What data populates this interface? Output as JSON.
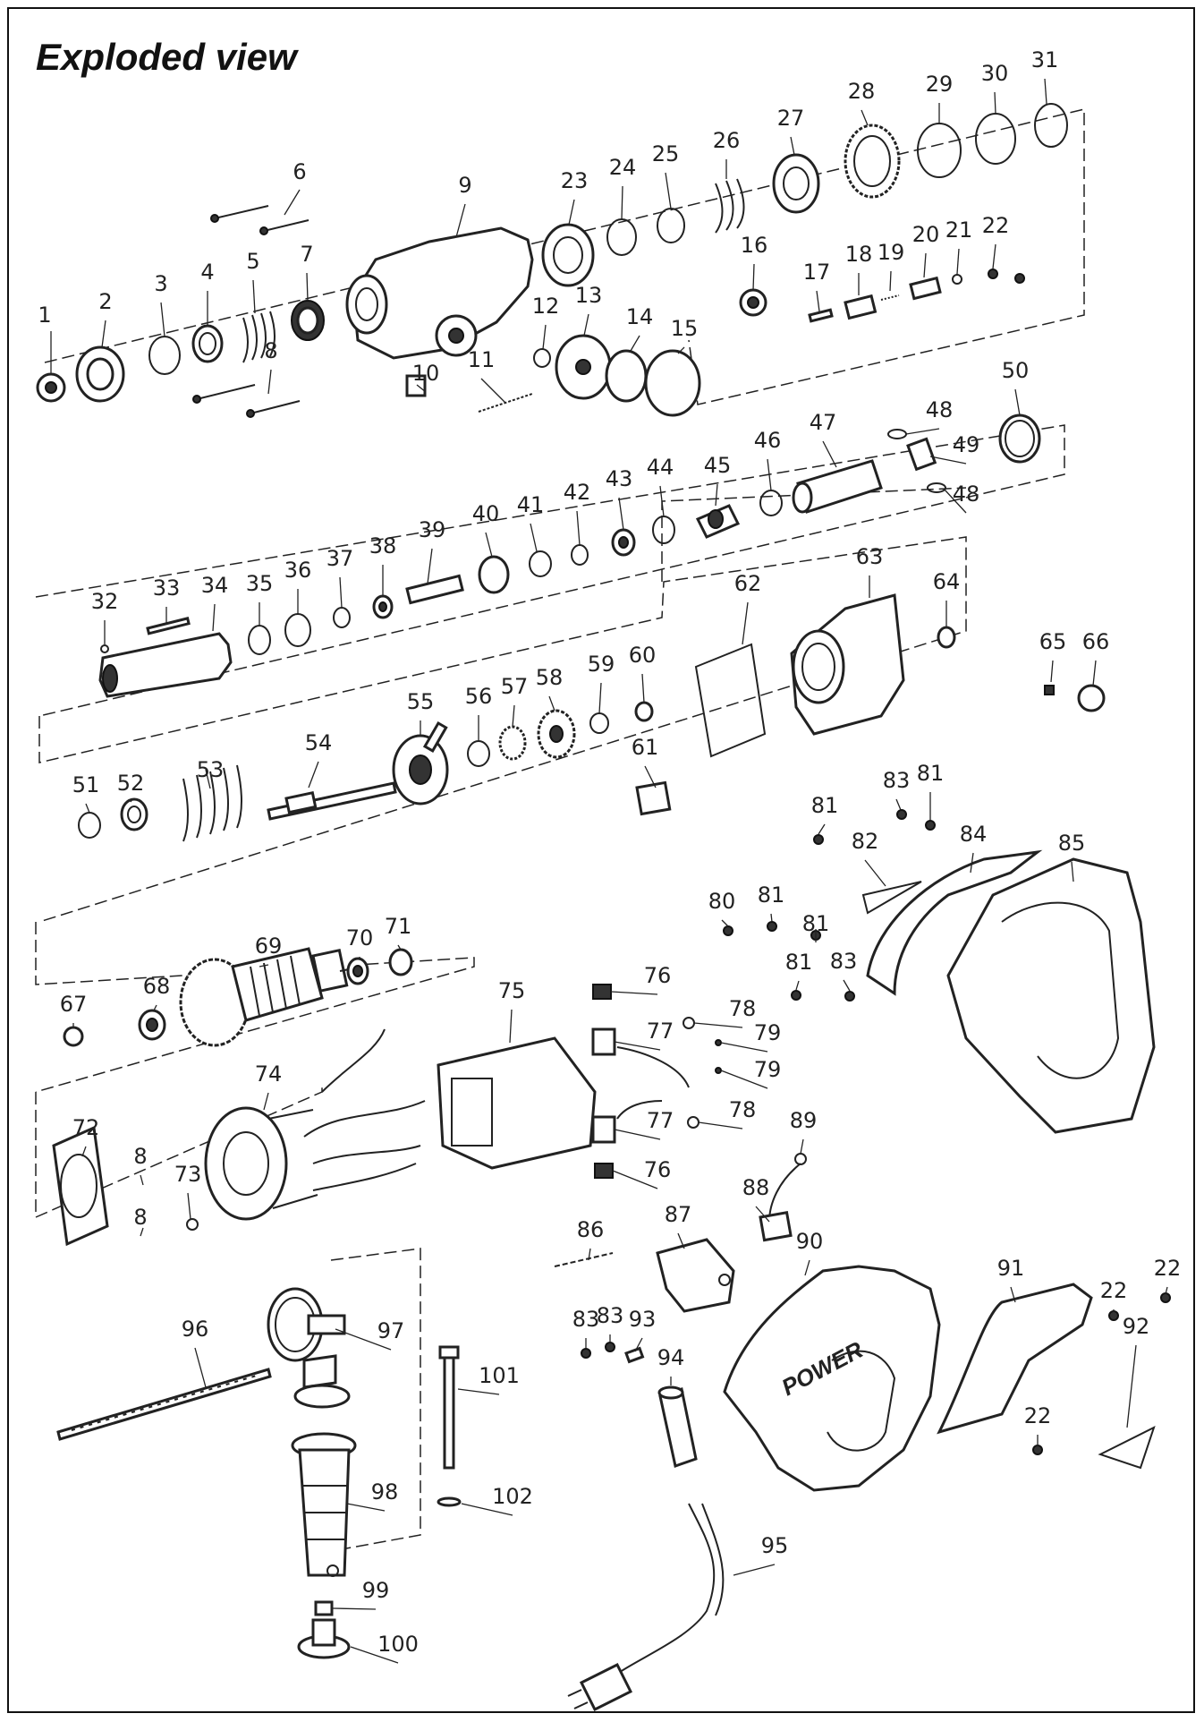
{
  "title": "Exploded view",
  "housing_brand_text": "POWER",
  "accent_color": "#222222",
  "labels": [
    {
      "id": "1"
    },
    {
      "id": "2"
    },
    {
      "id": "3"
    },
    {
      "id": "4"
    },
    {
      "id": "5"
    },
    {
      "id": "6"
    },
    {
      "id": "7"
    },
    {
      "id": "8"
    },
    {
      "id": "9"
    },
    {
      "id": "10"
    },
    {
      "id": "11"
    },
    {
      "id": "12"
    },
    {
      "id": "13"
    },
    {
      "id": "14"
    },
    {
      "id": "15"
    },
    {
      "id": "16"
    },
    {
      "id": "17"
    },
    {
      "id": "18"
    },
    {
      "id": "19"
    },
    {
      "id": "20"
    },
    {
      "id": "21"
    },
    {
      "id": "22"
    },
    {
      "id": "23"
    },
    {
      "id": "24"
    },
    {
      "id": "25"
    },
    {
      "id": "26"
    },
    {
      "id": "27"
    },
    {
      "id": "28"
    },
    {
      "id": "29"
    },
    {
      "id": "30"
    },
    {
      "id": "31"
    },
    {
      "id": "32"
    },
    {
      "id": "33"
    },
    {
      "id": "34"
    },
    {
      "id": "35"
    },
    {
      "id": "36"
    },
    {
      "id": "37"
    },
    {
      "id": "38"
    },
    {
      "id": "39"
    },
    {
      "id": "40"
    },
    {
      "id": "41"
    },
    {
      "id": "42"
    },
    {
      "id": "43"
    },
    {
      "id": "44"
    },
    {
      "id": "45"
    },
    {
      "id": "46"
    },
    {
      "id": "47"
    },
    {
      "id": "48"
    },
    {
      "id": "48"
    },
    {
      "id": "49"
    },
    {
      "id": "50"
    },
    {
      "id": "51"
    },
    {
      "id": "52"
    },
    {
      "id": "53"
    },
    {
      "id": "54"
    },
    {
      "id": "55"
    },
    {
      "id": "56"
    },
    {
      "id": "57"
    },
    {
      "id": "58"
    },
    {
      "id": "59"
    },
    {
      "id": "60"
    },
    {
      "id": "61"
    },
    {
      "id": "62"
    },
    {
      "id": "63"
    },
    {
      "id": "64"
    },
    {
      "id": "65"
    },
    {
      "id": "66"
    },
    {
      "id": "67"
    },
    {
      "id": "68"
    },
    {
      "id": "69"
    },
    {
      "id": "70"
    },
    {
      "id": "71"
    },
    {
      "id": "72"
    },
    {
      "id": "73"
    },
    {
      "id": "74"
    },
    {
      "id": "75"
    },
    {
      "id": "76"
    },
    {
      "id": "76"
    },
    {
      "id": "77"
    },
    {
      "id": "77"
    },
    {
      "id": "78"
    },
    {
      "id": "78"
    },
    {
      "id": "79"
    },
    {
      "id": "79"
    },
    {
      "id": "80"
    },
    {
      "id": "81"
    },
    {
      "id": "81"
    },
    {
      "id": "81"
    },
    {
      "id": "81"
    },
    {
      "id": "81"
    },
    {
      "id": "82"
    },
    {
      "id": "83"
    },
    {
      "id": "83"
    },
    {
      "id": "83"
    },
    {
      "id": "83"
    },
    {
      "id": "84"
    },
    {
      "id": "85"
    },
    {
      "id": "86"
    },
    {
      "id": "87"
    },
    {
      "id": "88"
    },
    {
      "id": "89"
    },
    {
      "id": "90"
    },
    {
      "id": "91"
    },
    {
      "id": "92"
    },
    {
      "id": "93"
    },
    {
      "id": "94"
    },
    {
      "id": "95"
    },
    {
      "id": "96"
    },
    {
      "id": "97"
    },
    {
      "id": "98"
    },
    {
      "id": "99"
    },
    {
      "id": "100"
    },
    {
      "id": "101"
    },
    {
      "id": "102"
    },
    {
      "id": "8"
    },
    {
      "id": "8"
    },
    {
      "id": "22"
    },
    {
      "id": "22"
    },
    {
      "id": "22"
    }
  ]
}
